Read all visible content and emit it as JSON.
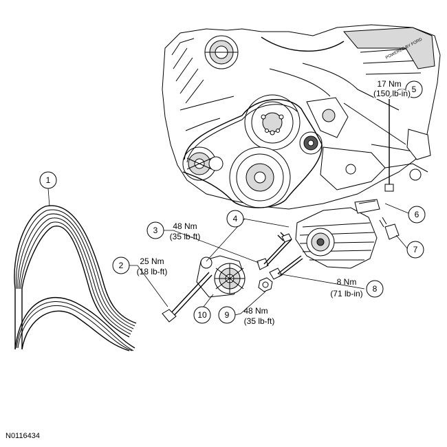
{
  "figure_id": "N0116434",
  "engine_cover_text": "POWERED BY FORD",
  "callouts": [
    {
      "num": "1"
    },
    {
      "num": "2",
      "torque": [
        "25 Nm",
        "(18 lb-ft)"
      ]
    },
    {
      "num": "3",
      "torque": [
        "48 Nm",
        "(35 lb-ft)"
      ]
    },
    {
      "num": "4"
    },
    {
      "num": "5",
      "torque": [
        "17 Nm",
        "(150 lb-in)"
      ]
    },
    {
      "num": "6"
    },
    {
      "num": "7"
    },
    {
      "num": "8",
      "torque": [
        "8 Nm",
        "(71 lb-in)"
      ]
    },
    {
      "num": "9",
      "torque": [
        "48 Nm",
        "(35 lb-ft)"
      ]
    },
    {
      "num": "10"
    }
  ]
}
